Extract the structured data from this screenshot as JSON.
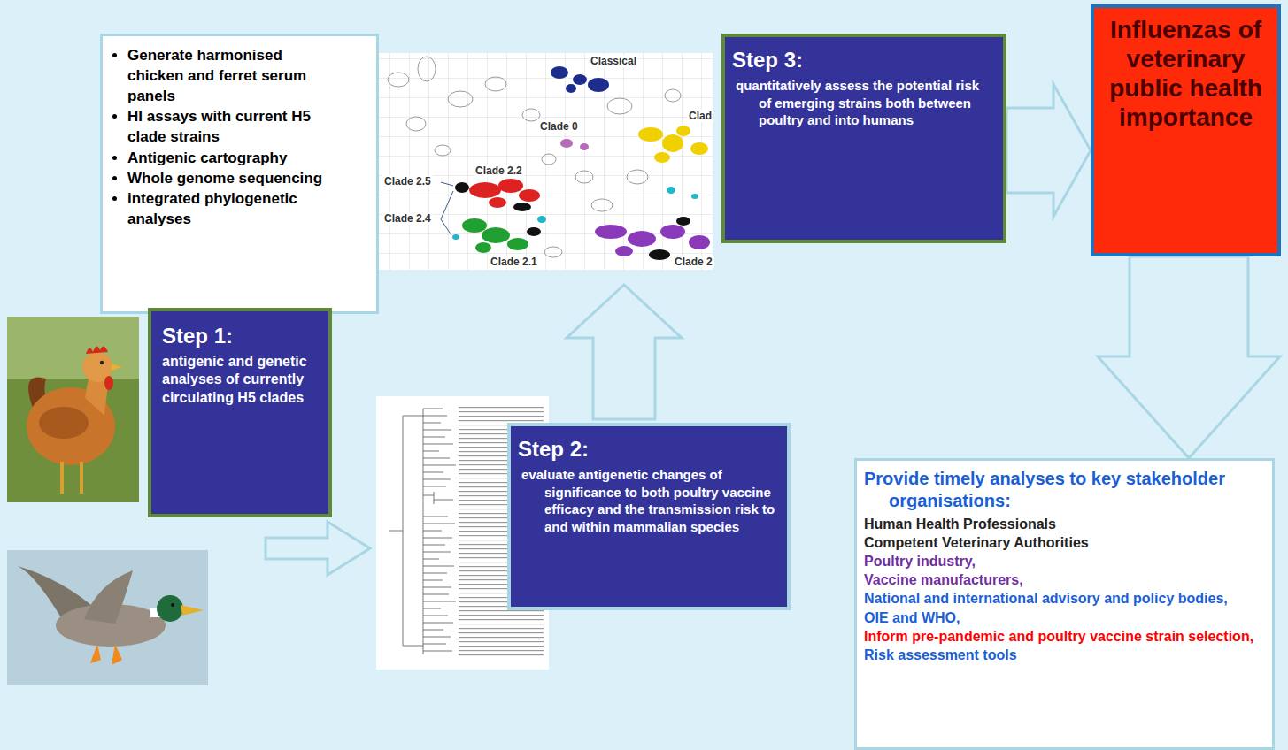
{
  "diagram": {
    "nodes": [
      {
        "text": [
          "Generate harmonised chicken and ferret serum panels",
          "HI assays with current H5 clade strains",
          "Antigenic cartography",
          "Whole genome sequencing",
          "integrated phylogenetic analyses"
        ]
      },
      {
        "text": [
          "Step 1:",
          "antigenic and genetic analyses of currently circulating H5 clades"
        ]
      },
      {
        "text": [
          "Step 2:",
          "evaluate antigenetic changes of significance to both poultry vaccine efficacy and the transmission risk to and within mammalian species"
        ]
      },
      {
        "text": [
          "Step 3:",
          "quantitatively assess the potential risk of emerging strains both between poultry and into humans"
        ]
      },
      {
        "text": [
          "Influenzas of veterinary public health importance"
        ]
      },
      {
        "text": [
          "Provide timely analyses to key stakeholder organisations:",
          "Human Health Professionals",
          "Competent Veterinary Authorities",
          "Poultry industry,",
          "Vaccine manufacturers,",
          "National and international advisory and policy bodies,",
          "OIE and WHO,",
          "Inform pre-pandemic and poultry vaccine strain selection,",
          "Risk assessment tools"
        ]
      }
    ],
    "edges": [
      {
        "from": 3,
        "to": 4,
        "arrow": "to"
      },
      {
        "from": 4,
        "to": 5,
        "arrow": "to"
      }
    ],
    "labels": [
      "Classical",
      "Clade 0",
      "Clad",
      "Clade 2.2",
      "Clade 2.5",
      "Clade 2.4",
      "Clade 2.1",
      "Clade 2"
    ]
  }
}
